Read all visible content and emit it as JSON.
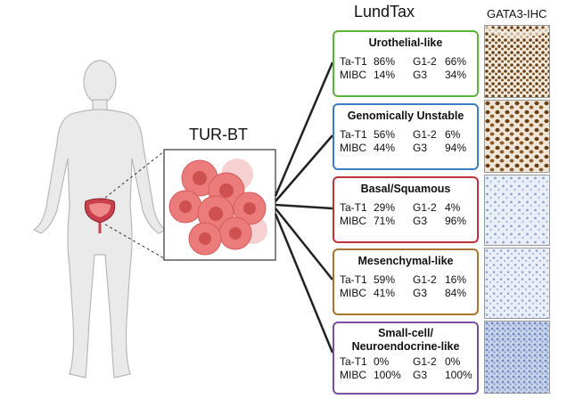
{
  "header": {
    "lundtax": "LundTax",
    "ihc": "GATA3-IHC",
    "turbt": "TUR-BT"
  },
  "colors": {
    "urothelial": "#5bb337",
    "genomic": "#3b7dc4",
    "basal": "#c0323a",
    "mesenchymal": "#a8742e",
    "small_cell": "#7b4fa0",
    "cell_fill": "#ec7c7c",
    "ihc_brown": "#7a4a1e",
    "ihc_blue": "#9fb4d8"
  },
  "subtypes": [
    {
      "name": "Urothelial-like",
      "name2": "",
      "l1": "Ta-T1",
      "v1": "86%",
      "l2": "G1-2",
      "v2": "66%",
      "l3": "MIBC",
      "v3": "14%",
      "l4": "G3",
      "v4": "34%"
    },
    {
      "name": "Genomically Unstable",
      "name2": "",
      "l1": "Ta-T1",
      "v1": "56%",
      "l2": "G1-2",
      "v2": "6%",
      "l3": "MIBC",
      "v3": "44%",
      "l4": "G3",
      "v4": "94%"
    },
    {
      "name": "Basal/Squamous",
      "name2": "",
      "l1": "Ta-T1",
      "v1": "29%",
      "l2": "G1-2",
      "v2": "4%",
      "l3": "MIBC",
      "v3": "71%",
      "l4": "G3",
      "v4": "96%"
    },
    {
      "name": "Mesenchymal-like",
      "name2": "",
      "l1": "Ta-T1",
      "v1": "59%",
      "l2": "G1-2",
      "v2": "16%",
      "l3": "MIBC",
      "v3": "41%",
      "l4": "G3",
      "v4": "84%"
    },
    {
      "name": "Small-cell/",
      "name2": "Neuroendocrine-like",
      "l1": "Ta-T1",
      "v1": "0%",
      "l2": "G1-2",
      "v2": "0%",
      "l3": "MIBC",
      "v3": "100%",
      "l4": "G3",
      "v4": "100%"
    }
  ]
}
